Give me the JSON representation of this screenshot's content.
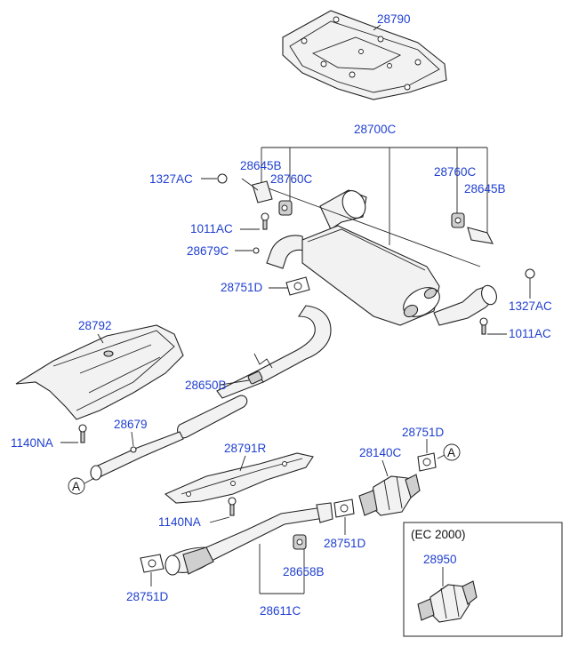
{
  "labels": {
    "p28790": "28790",
    "p28700C": "28700C",
    "p28645B_l": "28645B",
    "p28760C_l": "28760C",
    "p1327AC_l": "1327AC",
    "p1011AC_l": "1011AC",
    "p28679C": "28679C",
    "p28751D_top": "28751D",
    "p28760C_r": "28760C",
    "p28645B_r": "28645B",
    "p1327AC_r": "1327AC",
    "p1011AC_r": "1011AC",
    "p28792": "28792",
    "p28650B": "28650B",
    "p1140NA_l": "1140NA",
    "p28679": "28679",
    "circleA_left": "A",
    "p28791R": "28791R",
    "p28140C": "28140C",
    "p28751D_r": "28751D",
    "circleA_right": "A",
    "p1140NA_m": "1140NA",
    "p28751D_mid": "28751D",
    "p28658B": "28658B",
    "p28751D_bl": "28751D",
    "p28611C": "28611C"
  },
  "inset": {
    "title": "(EC 2000)",
    "part": "28950"
  },
  "colors": {
    "label": "#1f3fd0",
    "line": "#222222",
    "part_fill": "#f2f2f2"
  }
}
